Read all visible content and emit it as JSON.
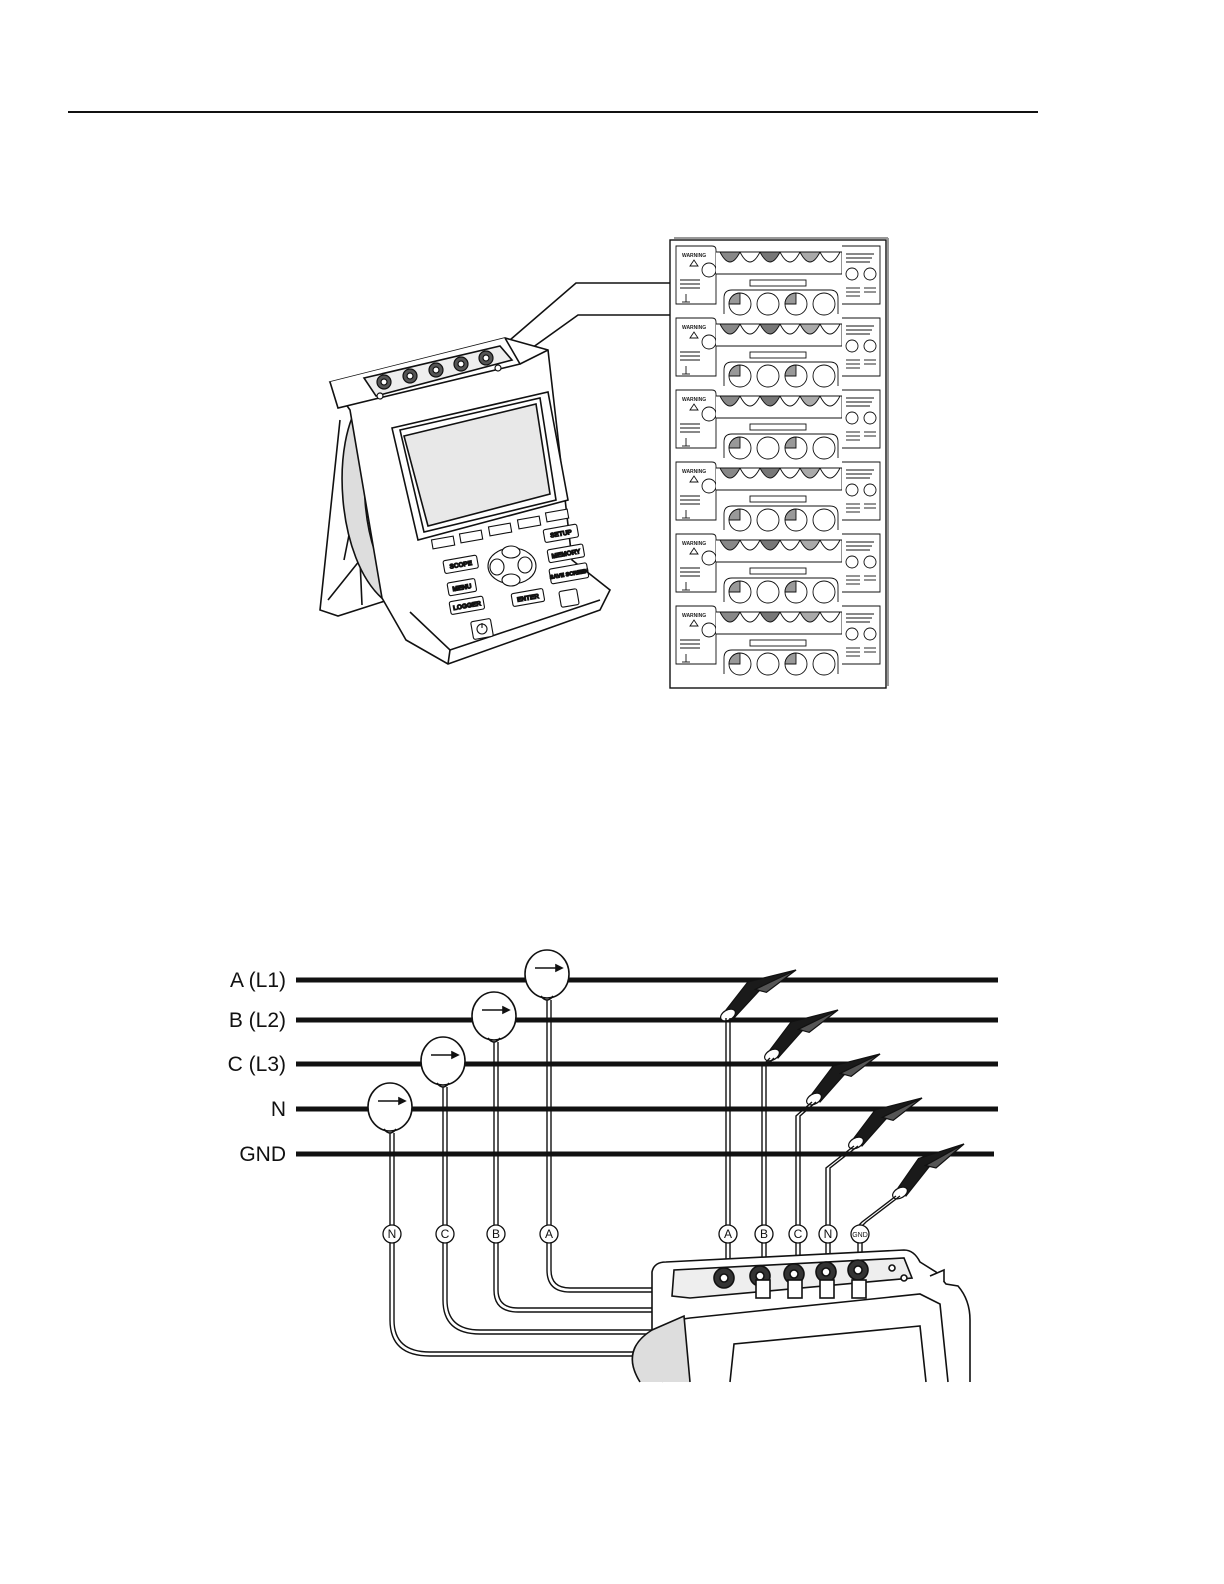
{
  "figure1": {
    "meter_keys": {
      "scope": "SCOPE",
      "menu": "MENU",
      "logger": "LOGGER",
      "setup": "SETUP",
      "memory": "MEMORY",
      "save_screen": "SAVE SCREEN",
      "enter": "ENTER"
    },
    "decal_panels": [
      {
        "warning": "WARNING"
      },
      {
        "warning": "WARNING"
      },
      {
        "warning": "WARNING"
      },
      {
        "warning": "WARNING"
      },
      {
        "warning": "WARNING"
      },
      {
        "warning": "WARNING"
      }
    ]
  },
  "figure2": {
    "lines": [
      {
        "label": "A (L1)"
      },
      {
        "label": "B (L2)"
      },
      {
        "label": "C (L3)"
      },
      {
        "label": "N"
      },
      {
        "label": "GND"
      }
    ],
    "clamp_labels": [
      "N",
      "C",
      "B",
      "A"
    ],
    "lead_labels": [
      "A",
      "B",
      "C",
      "N",
      "GND"
    ]
  }
}
